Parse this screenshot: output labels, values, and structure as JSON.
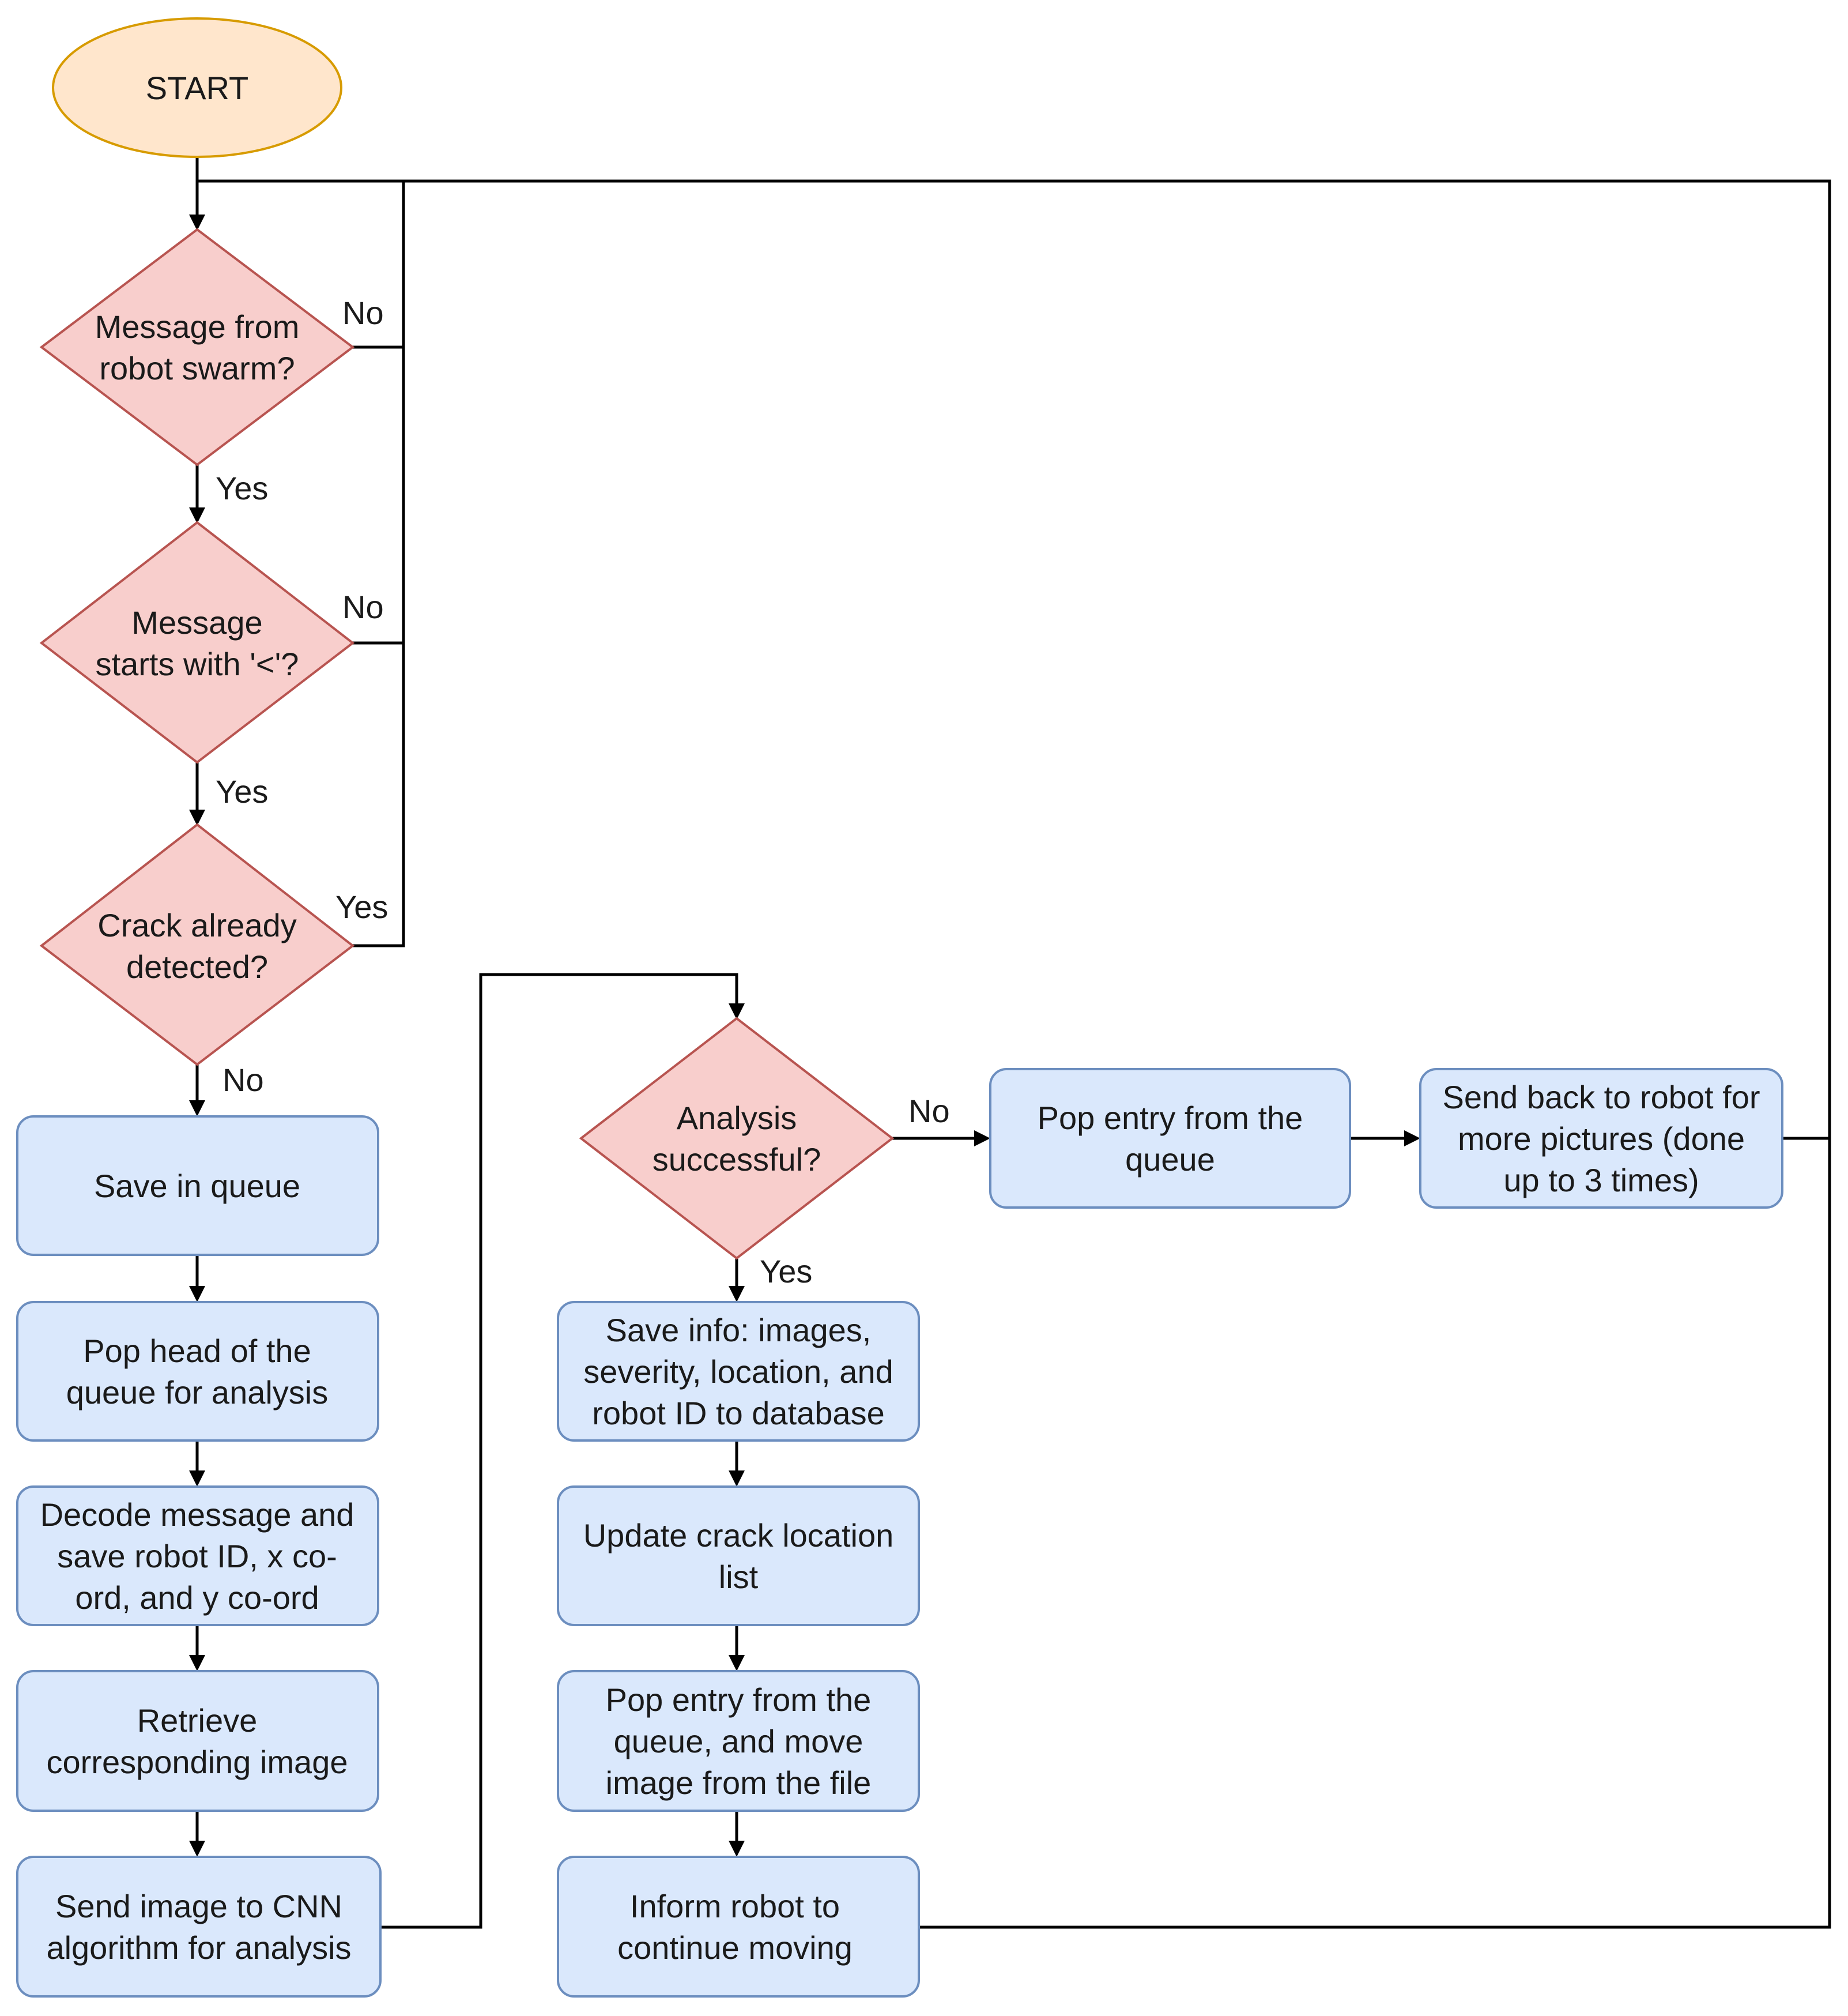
{
  "nodes": {
    "start": [
      "START"
    ],
    "q_message": [
      "Message from",
      "robot swarm?"
    ],
    "q_starts": [
      "Message",
      "starts with '<'?"
    ],
    "q_crack": [
      "Crack already",
      "detected?"
    ],
    "save_queue": [
      "Save in queue"
    ],
    "pop_head": [
      "Pop head of the",
      "queue for analysis"
    ],
    "decode": [
      "Decode message and",
      "save robot ID, x co-",
      "ord, and y co-ord"
    ],
    "retrieve": [
      "Retrieve",
      "corresponding image"
    ],
    "send_cnn": [
      "Send image to CNN",
      "algorithm for analysis"
    ],
    "q_analysis": [
      "Analysis",
      "successful?"
    ],
    "pop_entry": [
      "Pop entry from the",
      "queue"
    ],
    "send_back": [
      "Send back to robot for",
      "more pictures (done",
      "up to 3 times)"
    ],
    "save_info": [
      "Save info: images,",
      "severity, location, and",
      "robot ID to database"
    ],
    "update_crack": [
      "Update crack location",
      "list"
    ],
    "pop_move": [
      "Pop entry from the",
      "queue, and move",
      "image from the file"
    ],
    "inform": [
      "Inform robot to",
      "continue moving"
    ]
  },
  "edge_labels": {
    "message_no": "No",
    "message_yes": "Yes",
    "starts_no": "No",
    "starts_yes": "Yes",
    "crack_yes": "Yes",
    "crack_no": "No",
    "analysis_no": "No",
    "analysis_yes": "Yes"
  }
}
